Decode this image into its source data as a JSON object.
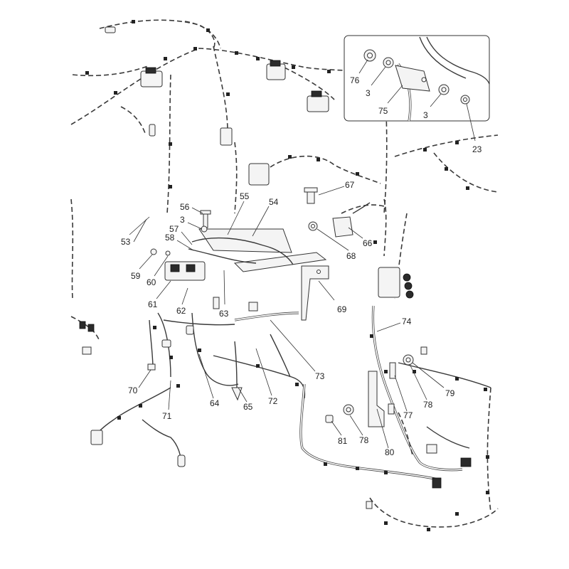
{
  "callouts": [
    {
      "id": "76",
      "text": "76"
    },
    {
      "id": "3a",
      "text": "3"
    },
    {
      "id": "75",
      "text": "75"
    },
    {
      "id": "3b",
      "text": "3"
    },
    {
      "id": "23",
      "text": "23"
    },
    {
      "id": "67",
      "text": "67"
    },
    {
      "id": "66",
      "text": "66"
    },
    {
      "id": "68",
      "text": "68"
    },
    {
      "id": "56",
      "text": "56"
    },
    {
      "id": "55",
      "text": "55"
    },
    {
      "id": "54",
      "text": "54"
    },
    {
      "id": "3c",
      "text": "3"
    },
    {
      "id": "57",
      "text": "57"
    },
    {
      "id": "58",
      "text": "58"
    },
    {
      "id": "53",
      "text": "53"
    },
    {
      "id": "59",
      "text": "59"
    },
    {
      "id": "60",
      "text": "60"
    },
    {
      "id": "61",
      "text": "61"
    },
    {
      "id": "62",
      "text": "62"
    },
    {
      "id": "63",
      "text": "63"
    },
    {
      "id": "69",
      "text": "69"
    },
    {
      "id": "74",
      "text": "74"
    },
    {
      "id": "73",
      "text": "73"
    },
    {
      "id": "72",
      "text": "72"
    },
    {
      "id": "70",
      "text": "70"
    },
    {
      "id": "71",
      "text": "71"
    },
    {
      "id": "64",
      "text": "64"
    },
    {
      "id": "65",
      "text": "65"
    },
    {
      "id": "79",
      "text": "79"
    },
    {
      "id": "78a",
      "text": "78"
    },
    {
      "id": "77",
      "text": "77"
    },
    {
      "id": "81",
      "text": "81"
    },
    {
      "id": "78b",
      "text": "78"
    },
    {
      "id": "80",
      "text": "80"
    }
  ]
}
